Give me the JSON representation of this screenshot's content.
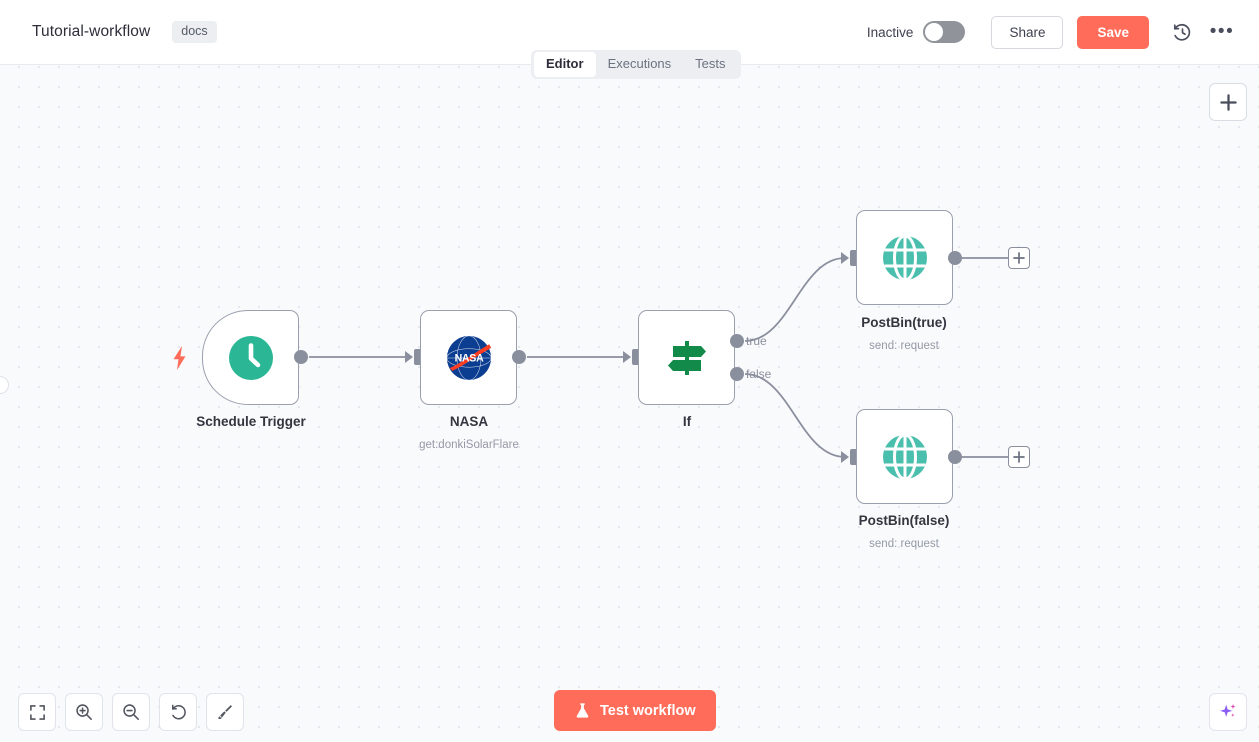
{
  "header": {
    "workflow_title": "Tutorial-workflow",
    "docs_badge": "docs",
    "active_state_label": "Inactive",
    "share_label": "Share",
    "save_label": "Save",
    "history_icon": "history-icon",
    "more_icon": "more-options-icon",
    "more_glyph": "•••",
    "accent_color": "#ff6d5a",
    "toggle_off_color": "#909399"
  },
  "tabs": [
    {
      "label": "Editor",
      "active": true
    },
    {
      "label": "Executions",
      "active": false
    },
    {
      "label": "Tests",
      "active": false
    }
  ],
  "canvas": {
    "background_color": "#f9fafc",
    "dot_color": "#dcdfe6",
    "add_node_button_glyph": "+",
    "ai_assistant_icon": "sparkle-icon"
  },
  "nodes": [
    {
      "id": "schedule-trigger",
      "name": "Schedule Trigger",
      "subtitle": "",
      "icon": "clock-icon",
      "icon_color": "#2bb795",
      "type": "trigger"
    },
    {
      "id": "nasa",
      "name": "NASA",
      "subtitle": "get:donkiSolarFlare",
      "icon": "nasa-logo-icon",
      "icon_color": "#0b3d91",
      "type": "action"
    },
    {
      "id": "if",
      "name": "If",
      "subtitle": "",
      "icon": "signpost-icon",
      "icon_color": "#128b4a",
      "type": "condition",
      "outputs": [
        "true",
        "false"
      ]
    },
    {
      "id": "postbin-true",
      "name": "PostBin(true)",
      "subtitle": "send: request",
      "icon": "globe-icon",
      "icon_color": "#4bbfad",
      "type": "action"
    },
    {
      "id": "postbin-false",
      "name": "PostBin(false)",
      "subtitle": "send: request",
      "icon": "globe-icon",
      "icon_color": "#4bbfad",
      "type": "action"
    }
  ],
  "connection_labels": {
    "true": "true",
    "false": "false"
  },
  "toolbar": [
    {
      "id": "fit-to-view",
      "icon": "fit-screen-icon"
    },
    {
      "id": "zoom-in",
      "icon": "zoom-in-icon"
    },
    {
      "id": "zoom-out",
      "icon": "zoom-out-icon"
    },
    {
      "id": "reset-zoom",
      "icon": "undo-icon"
    },
    {
      "id": "tidy-up",
      "icon": "broom-icon"
    }
  ],
  "test_button": {
    "label": "Test workflow",
    "icon": "flask-icon",
    "color": "#ff6d5a"
  }
}
